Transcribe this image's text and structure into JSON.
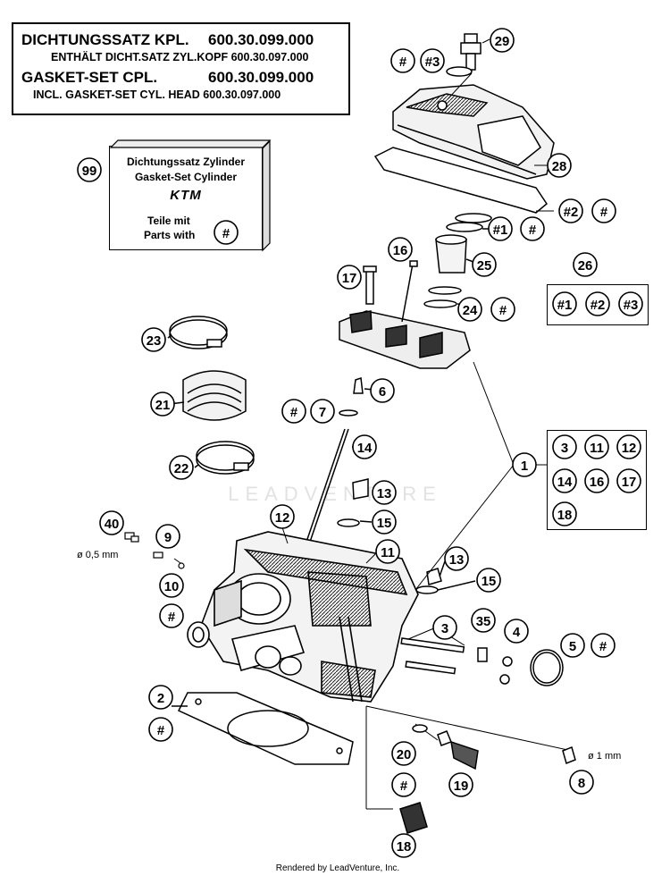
{
  "gasket_box": {
    "line1_label": "DICHTUNGSSATZ KPL.",
    "line1_number": "600.30.099.000",
    "line2": "ENTHÄLT DICHT.SATZ ZYL.KOPF 600.30.097.000",
    "line3_label": "GASKET-SET CPL.",
    "line3_number": "600.30.099.000",
    "line4": "INCL. GASKET-SET CYL. HEAD 600.30.097.000"
  },
  "cylinder_kit_card": {
    "callout": "99",
    "title_de": "Dichtungssatz Zylinder",
    "title_en": "Gasket-Set Cylinder",
    "brand": "KTM",
    "parts_de": "Teile mit",
    "parts_en": "Parts with",
    "marker": "#"
  },
  "kit_26_group": {
    "callout": "26",
    "items": [
      "#1",
      "#2",
      "#3"
    ]
  },
  "kit_1_group": {
    "callout": "1",
    "items": [
      "3",
      "11",
      "12",
      "14",
      "16",
      "17",
      "18"
    ]
  },
  "callouts": {
    "c29": "29",
    "c28": "28",
    "c25": "25",
    "c24": "24",
    "c16": "16",
    "c17": "17",
    "c23": "23",
    "c21": "21",
    "c22": "22",
    "c6": "6",
    "c7": "7",
    "c14a": "14",
    "c13a": "13",
    "c15a": "15",
    "c12": "12",
    "c11": "11",
    "c40": "40",
    "c9": "9",
    "c10": "10",
    "c13b": "13",
    "c15b": "15",
    "c3": "3",
    "c35": "35",
    "c4": "4",
    "c5": "5",
    "c2": "2",
    "c20": "20",
    "c19": "19",
    "c8": "8",
    "c18": "18",
    "m_3": "#3",
    "m_2": "#2",
    "m_1": "#1"
  },
  "hash_marker": "#",
  "dims": {
    "washer_40": "ø 0,5 mm",
    "washer_8": "ø 1 mm"
  },
  "watermark": "LEADVENTURE",
  "footer": "Rendered by LeadVenture, Inc."
}
